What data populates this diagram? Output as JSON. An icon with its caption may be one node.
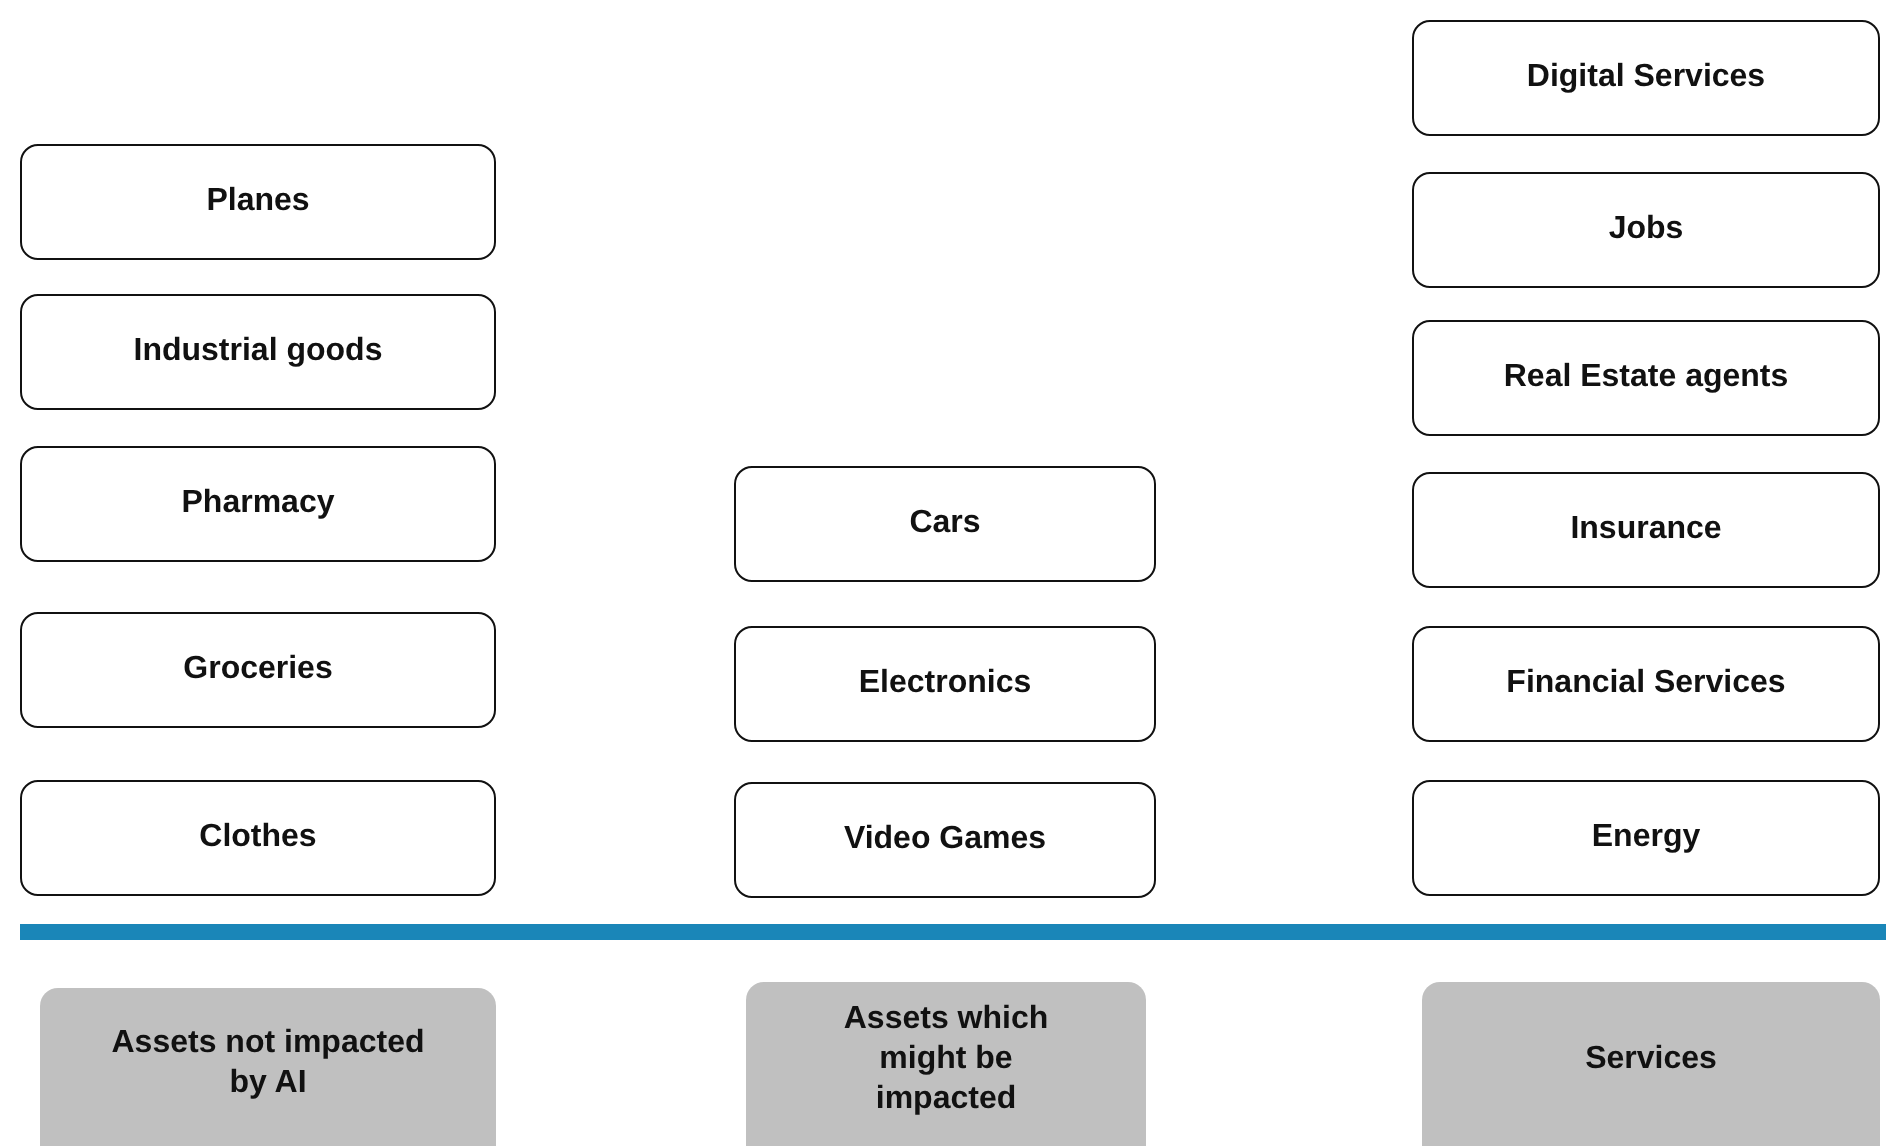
{
  "diagram": {
    "nodes": [
      {
        "text": [
          "Planes"
        ]
      },
      {
        "text": [
          "Industrial goods"
        ]
      },
      {
        "text": [
          "Pharmacy"
        ]
      },
      {
        "text": [
          "Groceries"
        ]
      },
      {
        "text": [
          "Clothes"
        ]
      },
      {
        "text": [
          "Cars"
        ]
      },
      {
        "text": [
          "Electronics"
        ]
      },
      {
        "text": [
          "Video Games"
        ]
      },
      {
        "text": [
          "Digital Services"
        ]
      },
      {
        "text": [
          "Jobs"
        ]
      },
      {
        "text": [
          "Real Estate agents"
        ]
      },
      {
        "text": [
          "Insurance"
        ]
      },
      {
        "text": [
          "Financial Services"
        ]
      },
      {
        "text": [
          "Energy"
        ]
      },
      {
        "text": [
          "Assets not impacted by AI"
        ]
      },
      {
        "text": [
          "Assets which might be impacted"
        ]
      },
      {
        "text": [
          "Services"
        ]
      }
    ]
  }
}
